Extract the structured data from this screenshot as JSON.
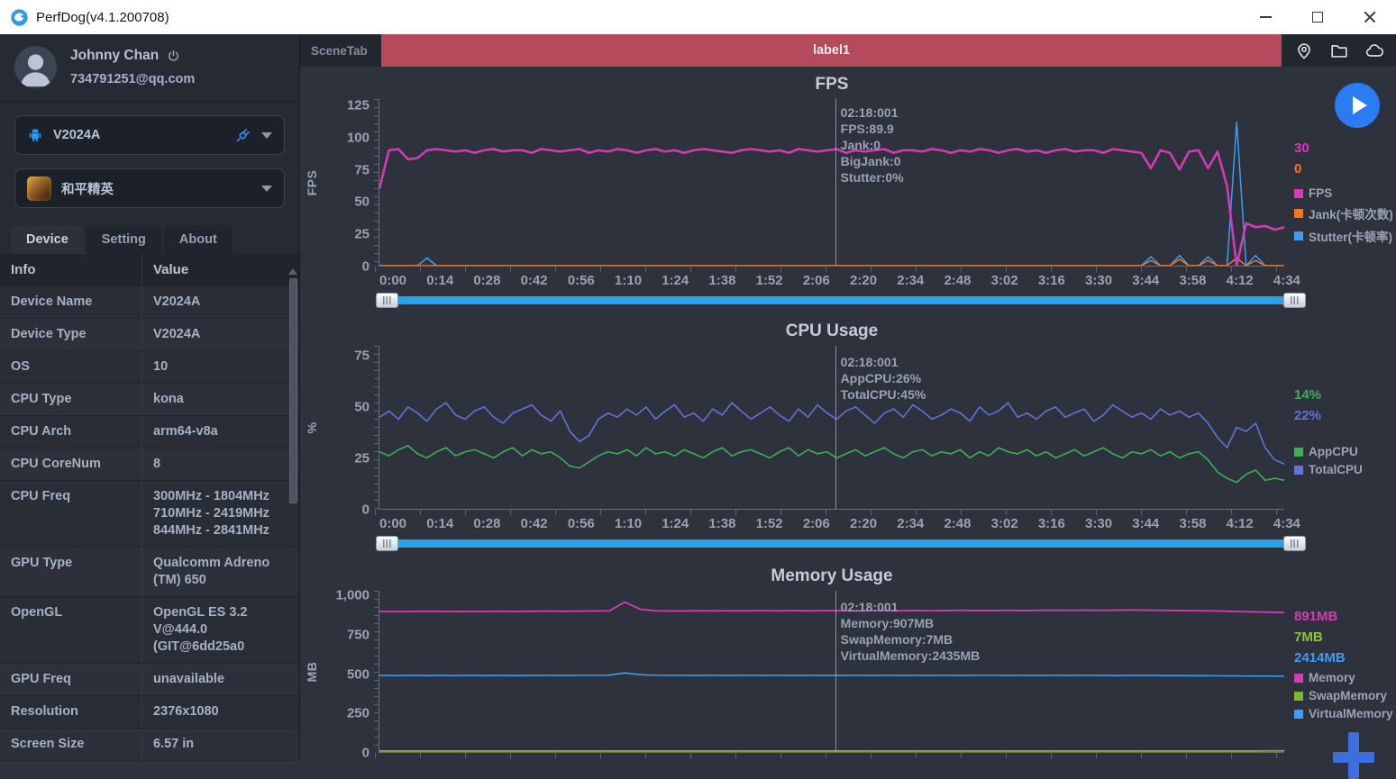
{
  "window": {
    "title": "PerfDog(v4.1.200708)",
    "controls": [
      "minimize",
      "maximize",
      "close"
    ]
  },
  "sidebar": {
    "user": {
      "name": "Johnny Chan",
      "email": "734791251@qq.com"
    },
    "device_select": {
      "value": "V2024A"
    },
    "app_select": {
      "value": "和平精英"
    },
    "tabs": [
      {
        "label": "Device",
        "active": true
      },
      {
        "label": "Setting",
        "active": false
      },
      {
        "label": "About",
        "active": false
      }
    ],
    "info_table": {
      "headers": [
        "Info",
        "Value"
      ],
      "rows": [
        [
          "Device Name",
          "V2024A"
        ],
        [
          "Device Type",
          "V2024A"
        ],
        [
          "OS",
          "10"
        ],
        [
          "CPU Type",
          "kona"
        ],
        [
          "CPU Arch",
          "arm64-v8a"
        ],
        [
          "CPU CoreNum",
          "8"
        ],
        [
          "CPU Freq",
          "300MHz - 1804MHz 710MHz - 2419MHz 844MHz - 2841MHz"
        ],
        [
          "GPU Type",
          "Qualcomm Adreno (TM) 650"
        ],
        [
          "OpenGL",
          "OpenGL ES 3.2 V@444.0 (GIT@6dd25a0"
        ],
        [
          "GPU Freq",
          "unavailable"
        ],
        [
          "Resolution",
          "2376x1080"
        ],
        [
          "Screen Size",
          "6.57 in"
        ]
      ]
    }
  },
  "topbar": {
    "scene_tab": "SceneTab",
    "label": "label1",
    "label_color": "#b54a5c",
    "icons": [
      "location-icon",
      "folder-icon",
      "cloud-icon"
    ]
  },
  "chart_data": [
    {
      "type": "line",
      "title": "FPS",
      "ylabel": "FPS",
      "ylim": [
        0,
        130
      ],
      "yticks": [
        {
          "label": "0",
          "value": 0
        },
        {
          "label": "25",
          "value": 25
        },
        {
          "label": "50",
          "value": 50
        },
        {
          "label": "75",
          "value": 75
        },
        {
          "label": "100",
          "value": 100
        },
        {
          "label": "125",
          "value": 125
        }
      ],
      "xticks": [
        "0:00",
        "0:14",
        "0:28",
        "0:42",
        "0:56",
        "1:10",
        "1:24",
        "1:38",
        "1:52",
        "2:06",
        "2:20",
        "2:34",
        "2:48",
        "3:02",
        "3:16",
        "3:30",
        "3:44",
        "3:58",
        "4:12",
        "4:34"
      ],
      "duration_s": 274,
      "cursor": {
        "time_s": 138,
        "lines": [
          "02:18:001",
          "FPS:89.9",
          "Jank:0",
          "BigJank:0",
          "Stutter:0%"
        ]
      },
      "series": [
        {
          "key": "stutter",
          "name": "Stutter(卡顿率)",
          "color": "#3e9df2",
          "width": 1.5,
          "values": [
            0,
            0,
            0,
            0,
            0,
            6,
            0,
            0,
            0,
            0,
            0,
            0,
            0,
            0,
            0,
            0,
            0,
            0,
            0,
            0,
            0,
            0,
            0,
            0,
            0,
            0,
            0,
            0,
            0,
            0,
            0,
            0,
            0,
            0,
            0,
            0,
            0,
            0,
            0,
            0,
            0,
            0,
            0,
            0,
            0,
            0,
            0,
            0,
            0,
            0,
            0,
            0,
            0,
            0,
            0,
            0,
            0,
            0,
            0,
            0,
            0,
            0,
            0,
            0,
            0,
            0,
            0,
            0,
            0,
            0,
            0,
            0,
            0,
            0,
            0,
            0,
            0,
            0,
            0,
            0,
            0,
            7,
            0,
            0,
            8,
            0,
            0,
            7,
            0,
            0,
            112,
            0,
            8,
            0,
            0,
            0
          ]
        },
        {
          "key": "jank",
          "name": "Jank(卡顿次数)",
          "color": "#f5761e",
          "width": 1.5,
          "values": [
            0,
            0,
            0,
            0,
            0,
            0,
            0,
            0,
            0,
            0,
            0,
            0,
            0,
            0,
            0,
            0,
            0,
            0,
            0,
            0,
            0,
            0,
            0,
            0,
            0,
            0,
            0,
            0,
            0,
            0,
            0,
            0,
            0,
            0,
            0,
            0,
            0,
            0,
            0,
            0,
            0,
            0,
            0,
            0,
            0,
            0,
            0,
            0,
            0,
            0,
            0,
            0,
            0,
            0,
            0,
            0,
            0,
            0,
            0,
            0,
            0,
            0,
            0,
            0,
            0,
            0,
            0,
            0,
            0,
            0,
            0,
            0,
            0,
            0,
            0,
            0,
            0,
            0,
            0,
            0,
            0,
            4,
            0,
            0,
            5,
            0,
            0,
            4,
            0,
            0,
            6,
            0,
            4,
            0,
            0,
            0
          ]
        },
        {
          "key": "fps",
          "name": "FPS",
          "color": "#d33cb4",
          "width": 2.6,
          "values": [
            60,
            90,
            91,
            83,
            84,
            90,
            91,
            90,
            89,
            90,
            88,
            90,
            91,
            89,
            90,
            90,
            88,
            91,
            90,
            89,
            90,
            91,
            88,
            90,
            89,
            91,
            90,
            88,
            90,
            91,
            89,
            90,
            88,
            90,
            91,
            90,
            89,
            88,
            90,
            91,
            90,
            89,
            90,
            88,
            91,
            90,
            89,
            90,
            91,
            88,
            90,
            89,
            90,
            91,
            88,
            90,
            90,
            89,
            91,
            90,
            88,
            90,
            89,
            91,
            90,
            88,
            90,
            91,
            89,
            90,
            88,
            90,
            91,
            89,
            90,
            90,
            88,
            91,
            90,
            89,
            88,
            76,
            90,
            88,
            75,
            89,
            90,
            76,
            89,
            62,
            0,
            33,
            30,
            31,
            28,
            30
          ]
        }
      ],
      "legend": {
        "values": [
          {
            "text": "30",
            "color": "#d33cb4"
          },
          {
            "text": "0",
            "color": "#f5761e"
          }
        ],
        "items": [
          {
            "key": "fps",
            "label": "FPS",
            "color": "#d33cb4"
          },
          {
            "key": "jank",
            "label": "Jank(卡顿次数)",
            "color": "#f5761e"
          },
          {
            "key": "stutter",
            "label": "Stutter(卡顿率)",
            "color": "#3e9df2"
          }
        ]
      }
    },
    {
      "type": "line",
      "title": "CPU Usage",
      "ylabel": "%",
      "ylim": [
        0,
        80
      ],
      "yticks": [
        {
          "label": "0",
          "value": 0
        },
        {
          "label": "25",
          "value": 25
        },
        {
          "label": "50",
          "value": 50
        },
        {
          "label": "75",
          "value": 75
        }
      ],
      "xticks": [
        "0:00",
        "0:14",
        "0:28",
        "0:42",
        "0:56",
        "1:10",
        "1:24",
        "1:38",
        "1:52",
        "2:06",
        "2:20",
        "2:34",
        "2:48",
        "3:02",
        "3:16",
        "3:30",
        "3:44",
        "3:58",
        "4:12",
        "4:34"
      ],
      "duration_s": 274,
      "cursor": {
        "time_s": 138,
        "lines": [
          "02:18:001",
          "AppCPU:26%",
          "TotalCPU:45%"
        ]
      },
      "series": [
        {
          "key": "totalcpu",
          "name": "TotalCPU",
          "color": "#6273d4",
          "width": 1.6,
          "values": [
            45,
            48,
            44,
            50,
            47,
            43,
            49,
            52,
            46,
            44,
            48,
            50,
            45,
            42,
            47,
            49,
            51,
            46,
            43,
            48,
            38,
            33,
            36,
            44,
            47,
            45,
            49,
            46,
            50,
            44,
            48,
            51,
            45,
            47,
            43,
            49,
            46,
            52,
            48,
            44,
            47,
            50,
            46,
            43,
            49,
            45,
            51,
            47,
            44,
            48,
            50,
            46,
            42,
            47,
            49,
            45,
            51,
            48,
            44,
            46,
            49,
            47,
            43,
            50,
            46,
            48,
            52,
            45,
            47,
            44,
            48,
            50,
            45,
            47,
            49,
            43,
            46,
            51,
            48,
            45,
            47,
            44,
            49,
            46,
            48,
            45,
            47,
            42,
            35,
            30,
            40,
            38,
            42,
            30,
            24,
            22
          ]
        },
        {
          "key": "appcpu",
          "name": "AppCPU",
          "color": "#3fae57",
          "width": 1.6,
          "values": [
            28,
            26,
            29,
            31,
            27,
            25,
            28,
            30,
            26,
            28,
            29,
            27,
            25,
            28,
            30,
            26,
            29,
            27,
            28,
            25,
            21,
            20,
            23,
            26,
            28,
            27,
            29,
            26,
            30,
            27,
            28,
            26,
            29,
            27,
            25,
            28,
            30,
            26,
            28,
            29,
            27,
            25,
            28,
            30,
            26,
            29,
            27,
            28,
            25,
            27,
            29,
            26,
            28,
            30,
            27,
            25,
            28,
            29,
            26,
            28,
            27,
            29,
            25,
            28,
            26,
            30,
            28,
            27,
            29,
            26,
            28,
            25,
            27,
            29,
            26,
            28,
            30,
            27,
            25,
            28,
            27,
            29,
            26,
            28,
            25,
            27,
            28,
            24,
            18,
            15,
            13,
            17,
            19,
            14,
            15,
            14
          ]
        }
      ],
      "legend": {
        "values": [
          {
            "text": "14%",
            "color": "#3fae57"
          },
          {
            "text": "22%",
            "color": "#6273d4"
          }
        ],
        "items": [
          {
            "key": "appcpu",
            "label": "AppCPU",
            "color": "#3fae57"
          },
          {
            "key": "totalcpu",
            "label": "TotalCPU",
            "color": "#6273d4"
          }
        ]
      }
    },
    {
      "type": "line",
      "title": "Memory Usage",
      "ylabel": "MB",
      "ylim": [
        0,
        1030
      ],
      "yticks": [
        {
          "label": "0",
          "value": 0
        },
        {
          "label": "250",
          "value": 250
        },
        {
          "label": "500",
          "value": 500
        },
        {
          "label": "750",
          "value": 750
        },
        {
          "label": "1,000",
          "value": 1000
        }
      ],
      "xticks": [],
      "duration_s": 274,
      "cursor": {
        "time_s": 138,
        "lines": [
          "02:18:001",
          "Memory:907MB",
          "SwapMemory:7MB",
          "VirtualMemory:2435MB"
        ]
      },
      "series": [
        {
          "key": "virtualmemory",
          "name": "VirtualMemory",
          "color": "#3e9df2",
          "width": 1.6,
          "values": [
            489,
            488,
            489,
            488,
            489,
            488,
            489,
            488,
            489,
            488,
            489,
            490,
            489,
            490,
            490,
            491,
            505,
            494,
            490,
            490,
            490,
            489,
            490,
            489,
            490,
            489,
            490,
            489,
            490,
            489,
            489,
            490,
            489,
            490,
            489,
            490,
            489,
            490,
            489,
            490,
            490,
            489,
            490,
            489,
            490,
            489,
            490,
            489,
            488,
            489,
            489,
            488,
            488,
            487,
            487,
            486,
            486,
            485,
            485,
            484
          ]
        },
        {
          "key": "swapmemory",
          "name": "SwapMemory",
          "color": "#7cb82e",
          "width": 1.8,
          "values": [
            6,
            6,
            6,
            6,
            6,
            6,
            6,
            6,
            6,
            6,
            6,
            6,
            6,
            6,
            6,
            6,
            6,
            6,
            6,
            6,
            6,
            6,
            6,
            6,
            6,
            6,
            6,
            6,
            6,
            6,
            6,
            6,
            6,
            6,
            6,
            6,
            6,
            6,
            6,
            6,
            6,
            6,
            6,
            6,
            6,
            6,
            6,
            6,
            6,
            6,
            6,
            6,
            6,
            6,
            6,
            6,
            6,
            6,
            7,
            7
          ]
        },
        {
          "key": "memory",
          "name": "Memory",
          "color": "#d33cb4",
          "width": 1.8,
          "values": [
            898,
            897,
            898,
            899,
            898,
            897,
            898,
            898,
            899,
            898,
            899,
            900,
            899,
            900,
            901,
            902,
            958,
            912,
            902,
            901,
            901,
            902,
            901,
            902,
            902,
            903,
            902,
            903,
            902,
            903,
            903,
            902,
            903,
            904,
            903,
            904,
            903,
            904,
            905,
            904,
            904,
            905,
            904,
            905,
            906,
            905,
            906,
            905,
            906,
            907,
            906,
            905,
            904,
            903,
            902,
            900,
            897,
            895,
            893,
            891
          ]
        }
      ],
      "legend": {
        "values": [
          {
            "text": "891MB",
            "color": "#d33cb4"
          },
          {
            "text": "7MB",
            "color": "#8cc63f"
          },
          {
            "text": "2414MB",
            "color": "#3e9df2"
          }
        ],
        "items": [
          {
            "key": "memory",
            "label": "Memory",
            "color": "#d33cb4"
          },
          {
            "key": "swapmemory",
            "label": "SwapMemory",
            "color": "#7cb82e"
          },
          {
            "key": "virtualmemory",
            "label": "VirtualMemory",
            "color": "#3e9df2"
          }
        ]
      }
    }
  ]
}
